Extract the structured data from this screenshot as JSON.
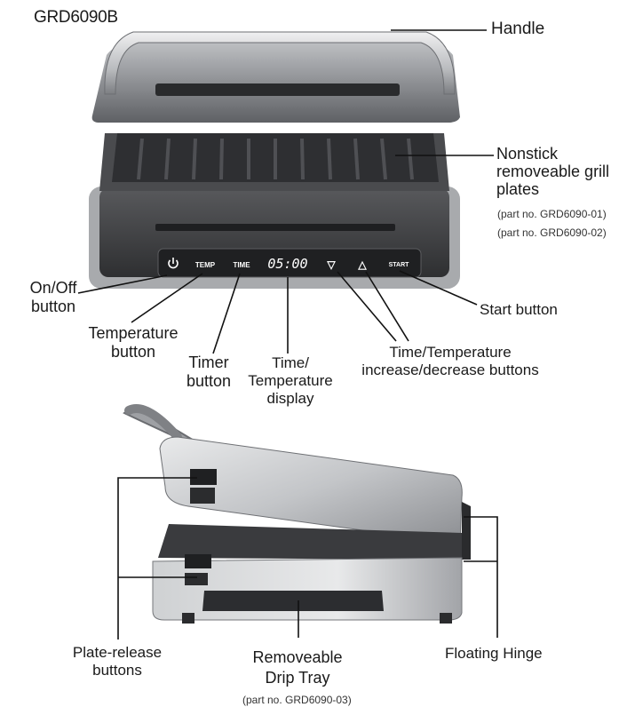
{
  "model": "GRD6090B",
  "labels": {
    "handle": "Handle",
    "plates": [
      "Nonstick",
      "removeable grill",
      "plates"
    ],
    "plates_parts": [
      "(part no. GRD6090-01)",
      "(part no. GRD6090-02)"
    ],
    "onoff": [
      "On/Off",
      "button"
    ],
    "temperature": [
      "Temperature",
      "button"
    ],
    "timer": [
      "Timer",
      "button"
    ],
    "display": [
      "Time/",
      "Temperature",
      "display"
    ],
    "updown": [
      "Time/Temperature",
      "increase/decrease buttons"
    ],
    "start": "Start button",
    "plate_release": [
      "Plate-release",
      "buttons"
    ],
    "drip_tray": [
      "Removeable",
      "Drip Tray"
    ],
    "drip_tray_part": "(part no. GRD6090-03)",
    "hinge": "Floating Hinge"
  },
  "panel": {
    "temp": "TEMP",
    "time": "TIME",
    "lcd": "05:00",
    "down": "▽",
    "up": "△",
    "start": "START"
  },
  "colors": {
    "dark_body": "#3c3d40",
    "steel_light": "#d9dadc",
    "steel_dark": "#8e9094",
    "plate": "#2c2d30"
  }
}
